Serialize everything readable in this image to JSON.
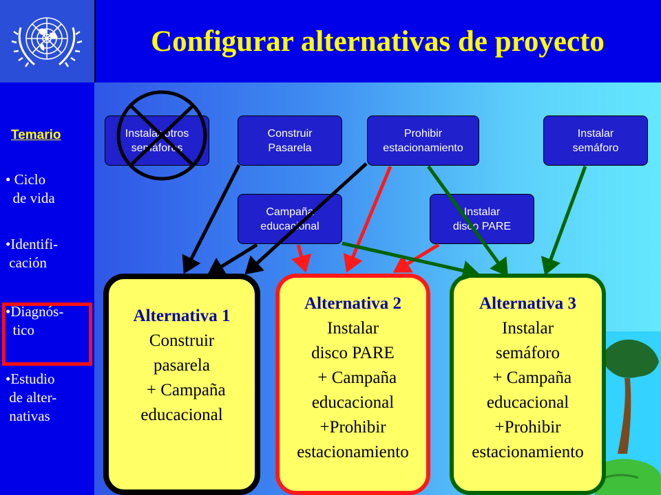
{
  "title": "Configurar alternativas de proyecto",
  "logo": {
    "icon": "united-nations-emblem"
  },
  "sidebar": {
    "heading": "Temario",
    "items": [
      {
        "label": "• Ciclo\n  de vida"
      },
      {
        "label": "•Identifi-\n cación"
      },
      {
        "label": "•Diagnós-\n  tico"
      },
      {
        "label": "•Estudio\n de alter-\n nativas"
      }
    ],
    "highlight_color": "#ff1010"
  },
  "options": [
    {
      "id": "otros-semaforos",
      "line1": "Instalar otros",
      "line2": "semáforos",
      "crossed_out": true
    },
    {
      "id": "pasarela",
      "line1": "Construir",
      "line2": "Pasarela"
    },
    {
      "id": "prohibir",
      "line1": "Prohibir",
      "line2": "estacionamiento"
    },
    {
      "id": "semaforo",
      "line1": "Instalar",
      "line2": "semáforo"
    },
    {
      "id": "campana",
      "line1": "Campaña",
      "line2": "educacional"
    },
    {
      "id": "disco",
      "line1": "Instalar",
      "line2": "disco PARE"
    }
  ],
  "alternatives": [
    {
      "title": "Alternativa 1",
      "lines": [
        "Construir",
        "pasarela",
        "  + Campaña",
        "educacional"
      ],
      "color": "#000000"
    },
    {
      "title": "Alternativa 2",
      "lines": [
        "Instalar",
        "disco PARE",
        "  + Campaña",
        "educacional",
        "+Prohibir",
        "estacionamiento"
      ],
      "color": "#ff1a1a"
    },
    {
      "title": "Alternativa 3",
      "lines": [
        "Instalar",
        "semáforo",
        "  + Campaña",
        "educacional",
        "+Prohibir",
        "estacionamiento"
      ],
      "color": "#006400"
    }
  ]
}
